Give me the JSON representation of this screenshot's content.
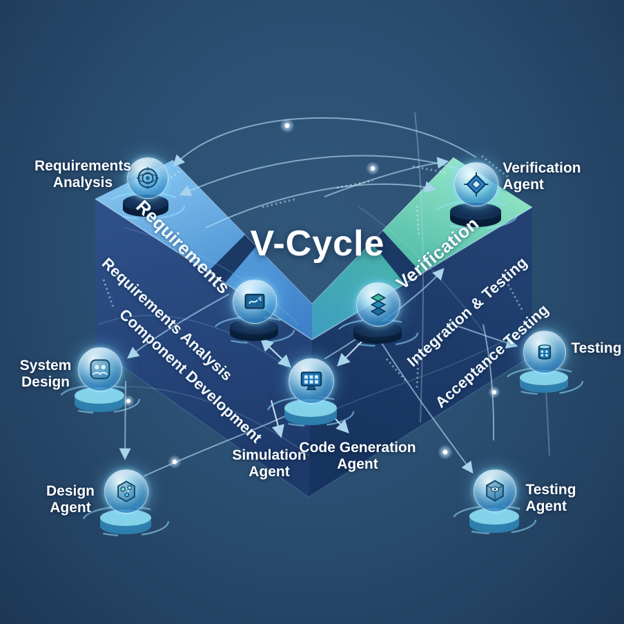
{
  "title": "V-Cycle",
  "v_shape": {
    "left_arm_top_label": "Requirements",
    "right_arm_top_label": "Verification",
    "left_face_labels": [
      "Requirements Analysis",
      "Component Development"
    ],
    "right_face_labels": [
      "Integration & Testing",
      "Acceptance Testing"
    ]
  },
  "nodes": {
    "requirements_analysis": {
      "label": "Requirements\nAnalysis",
      "icon": "radar-globe-icon"
    },
    "verification_agent": {
      "label": "Verification\nAgent",
      "icon": "chip-icon"
    },
    "system_design": {
      "label": "System\nDesign",
      "icon": "team-icon"
    },
    "testing": {
      "label": "Testing",
      "icon": "test-chamber-icon"
    },
    "design_agent": {
      "label": "Design\nAgent",
      "icon": "network-nodes-icon"
    },
    "testing_agent": {
      "label": "Testing\nAgent",
      "icon": "cube-eye-icon"
    },
    "simulation_agent": {
      "label": "Simulation\nAgent",
      "icon": "design-board-icon"
    },
    "code_generation_agent": {
      "label": "Code Generation\nAgent",
      "icon": "code-monitor-icon"
    },
    "integration_mid": {
      "icon": "layers-icon"
    }
  },
  "colors": {
    "background": "#27496d",
    "left_arm": "#5fa8dd",
    "right_arm": "#62d6b4",
    "front_face": "#23416f",
    "connector": "#a9d4ec",
    "glow": "#9fdcff",
    "text": "#ffffff"
  }
}
